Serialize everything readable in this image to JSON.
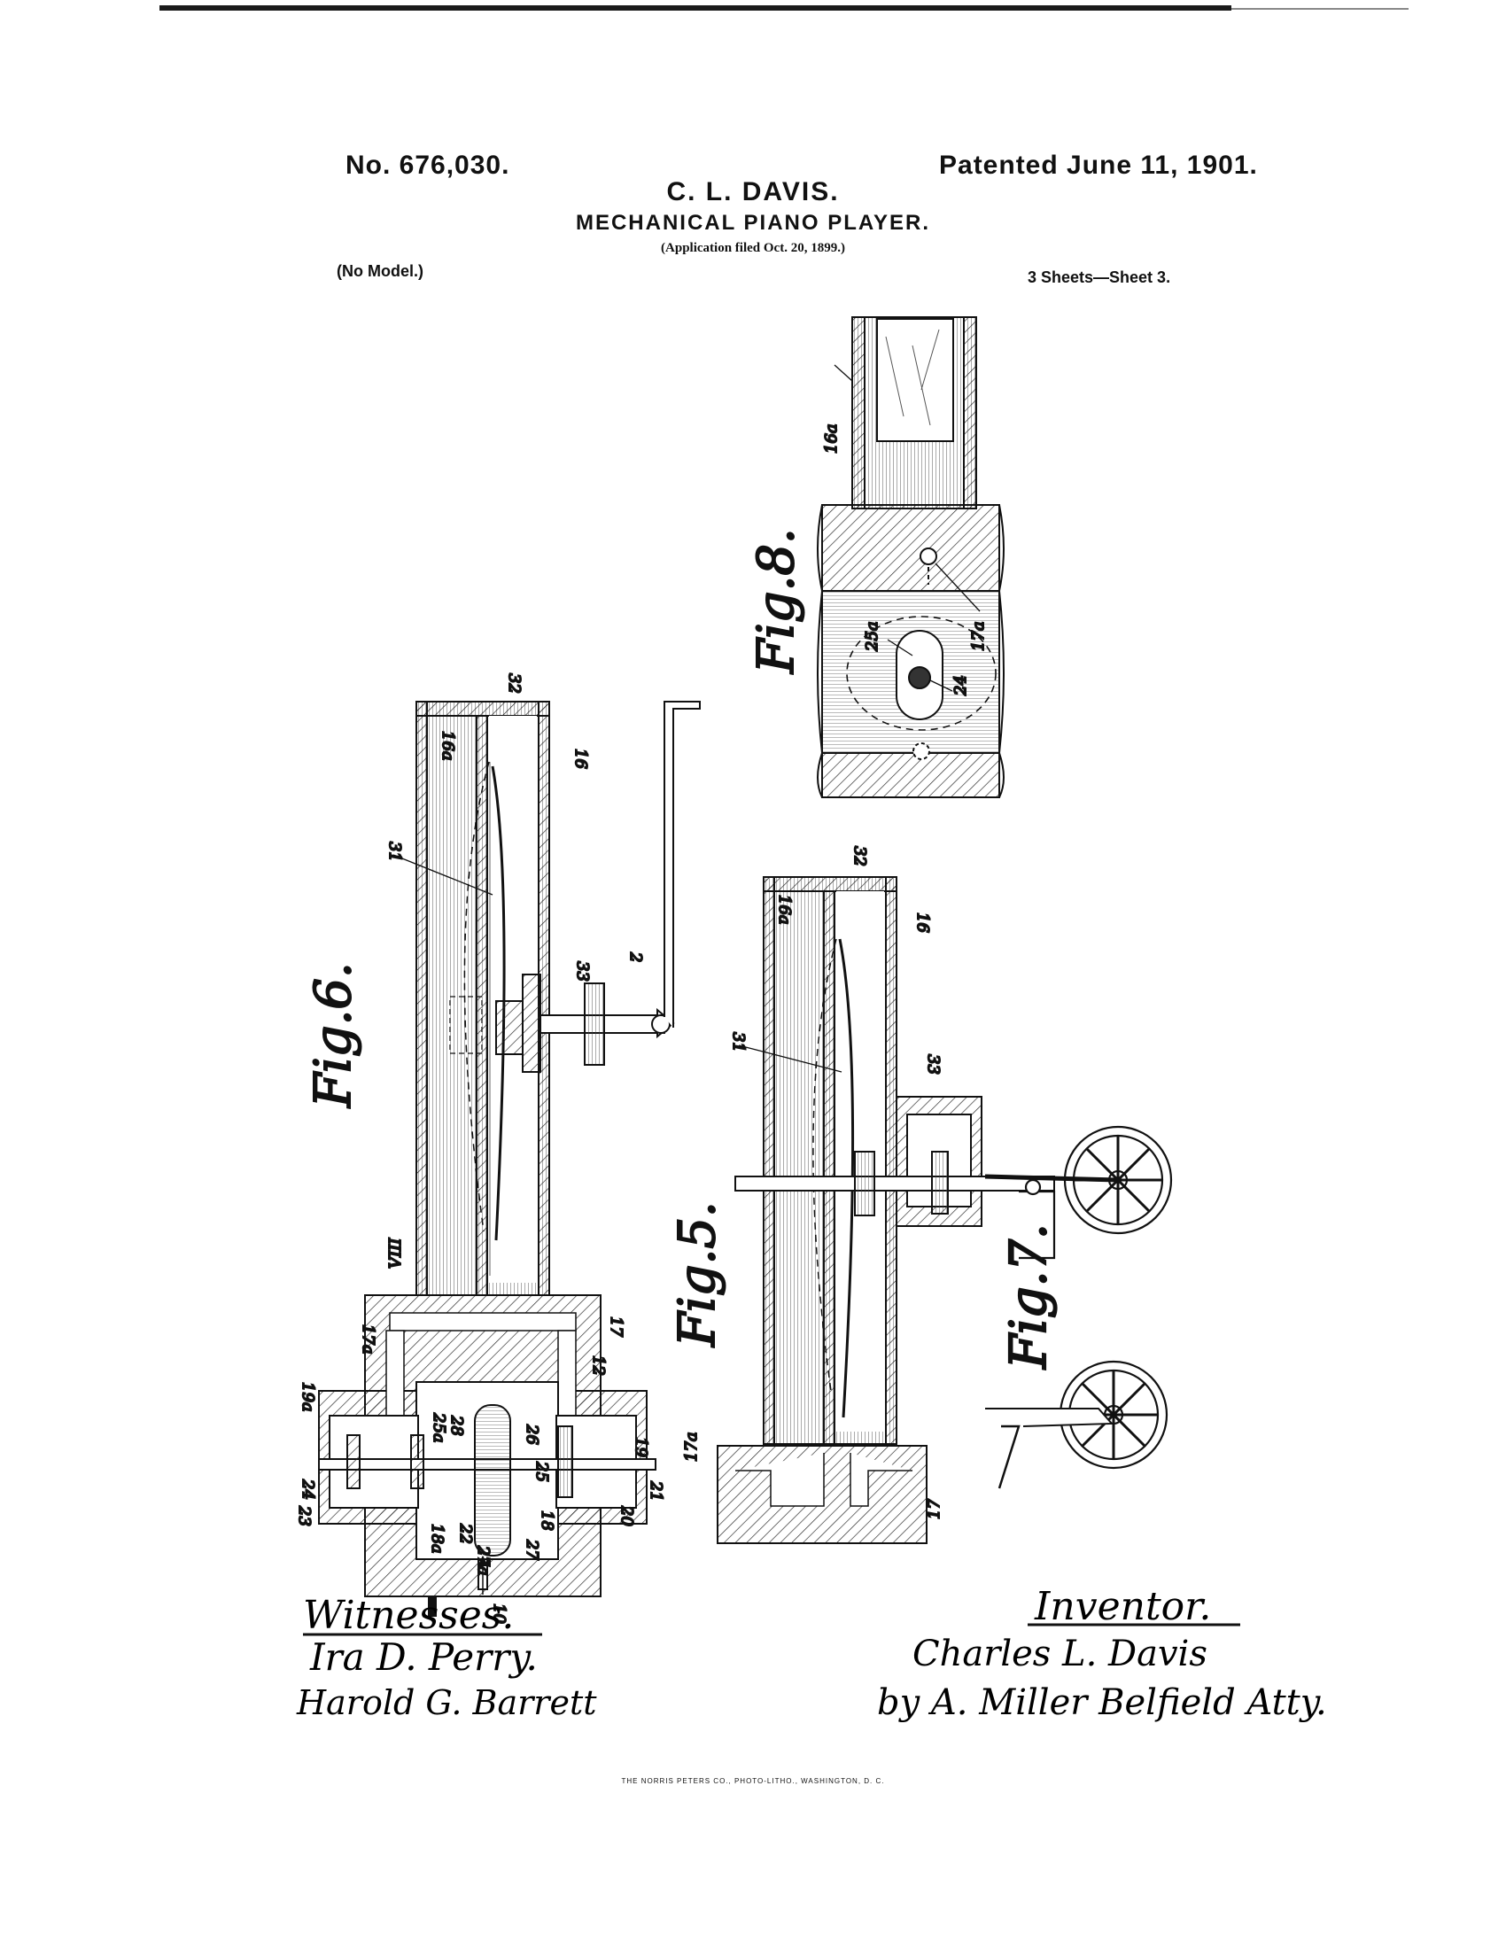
{
  "header": {
    "patent_number": "No. 676,030.",
    "patent_date": "Patented June 11, 1901.",
    "inventor": "C. L. DAVIS.",
    "title": "MECHANICAL PIANO PLAYER.",
    "application": "(Application filed Oct. 20, 1899.)",
    "model": "(No Model.)",
    "sheets": "3 Sheets—Sheet 3."
  },
  "figures": {
    "fig5": "Fig.5.",
    "fig6": "Fig.6.",
    "fig7": "Fig.7.",
    "fig8": "Fig.8."
  },
  "labels": {
    "l32": "32",
    "l16": "16",
    "l16a": "16a",
    "l31": "31",
    "l33": "33",
    "l2": "2",
    "l17": "17",
    "l17a": "17a",
    "l12": "12",
    "l19": "19",
    "l19a": "19a",
    "l18": "18",
    "l18a": "18a",
    "l20": "20",
    "l21": "21",
    "l22": "22",
    "l23": "23",
    "l24": "24",
    "l25": "25",
    "l25a": "25a",
    "l26": "26",
    "l27": "27",
    "l27a": "27a",
    "l28": "28",
    "l10": "10",
    "lVIII": "VIII"
  },
  "signatures": {
    "witnesses_label": "Witnesses.",
    "witness_1": "Ira D. Perry.",
    "witness_2": "Harold G. Barrett",
    "inventor_label": "Inventor.",
    "inventor_signature": "Charles L. Davis",
    "attorney": "by A. Miller Belfield Atty."
  },
  "footer": {
    "printer": "THE NORRIS PETERS CO., PHOTO-LITHO., WASHINGTON, D. C."
  }
}
